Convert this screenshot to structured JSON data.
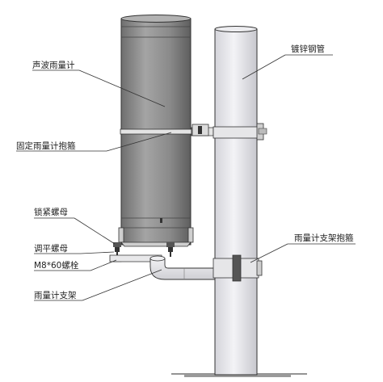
{
  "labels": {
    "rain_gauge": "声波雨量计",
    "galvanized_pipe": "镀锌钢管",
    "fixing_clamp": "固定雨量计抱箍",
    "lock_nut": "锁紧螺母",
    "leveling_nut": "调平螺母",
    "bolt": "M8*60螺栓",
    "support_clamp": "雨量计支架抱箍",
    "gauge_bracket": "雨量计支架"
  },
  "colors": {
    "gauge_body": "#8e8e8e",
    "pipe": "#e6e6ea",
    "line": "#333333"
  }
}
